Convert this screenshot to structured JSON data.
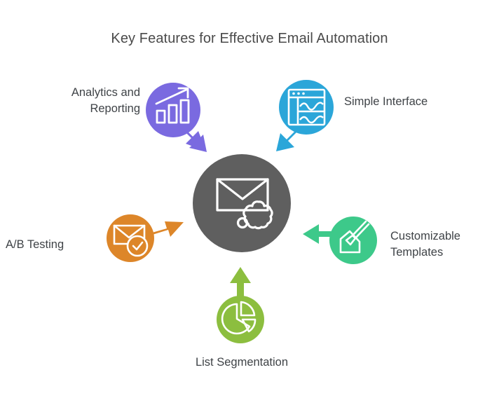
{
  "title": "Key Features for Effective Email Automation",
  "hub": {
    "name": "email-automation-hub",
    "icon": "envelope-gear-icon",
    "color": "#5f5f5f",
    "icon_color": "#ffffff"
  },
  "nodes": [
    {
      "id": "analytics",
      "label": "Analytics and\nReporting",
      "icon": "bar-chart-growth-icon",
      "color": "#7a6ae0",
      "arrow_direction": "down-right"
    },
    {
      "id": "simple-interface",
      "label": "Simple Interface",
      "icon": "dashboard-window-icon",
      "color": "#2ba6d9",
      "arrow_direction": "down-left"
    },
    {
      "id": "customizable-templates",
      "label": "Customizable\nTemplates",
      "icon": "paintbrush-icon",
      "color": "#3dc98a",
      "arrow_direction": "left"
    },
    {
      "id": "list-segmentation",
      "label": "List Segmentation",
      "icon": "pie-chart-icon",
      "color": "#8cbe3f",
      "arrow_direction": "up"
    },
    {
      "id": "ab-testing",
      "label": "A/B Testing",
      "icon": "envelope-check-icon",
      "color": "#dd8629",
      "arrow_direction": "right"
    }
  ],
  "colors": {
    "background": "#ffffff",
    "title_text": "#4a4a4a",
    "label_text": "#3f4347"
  }
}
